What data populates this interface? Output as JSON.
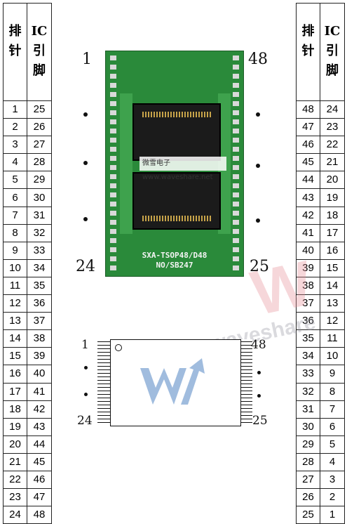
{
  "headers": {
    "pin": "排针",
    "ic": "IC引脚"
  },
  "left_rows": [
    [
      "1",
      "25"
    ],
    [
      "2",
      "26"
    ],
    [
      "3",
      "27"
    ],
    [
      "4",
      "28"
    ],
    [
      "5",
      "29"
    ],
    [
      "6",
      "30"
    ],
    [
      "7",
      "31"
    ],
    [
      "8",
      "32"
    ],
    [
      "9",
      "33"
    ],
    [
      "10",
      "34"
    ],
    [
      "11",
      "35"
    ],
    [
      "12",
      "36"
    ],
    [
      "13",
      "37"
    ],
    [
      "14",
      "38"
    ],
    [
      "15",
      "39"
    ],
    [
      "16",
      "40"
    ],
    [
      "17",
      "41"
    ],
    [
      "18",
      "42"
    ],
    [
      "19",
      "43"
    ],
    [
      "20",
      "44"
    ],
    [
      "21",
      "45"
    ],
    [
      "22",
      "46"
    ],
    [
      "23",
      "47"
    ],
    [
      "24",
      "48"
    ]
  ],
  "right_rows": [
    [
      "48",
      "24"
    ],
    [
      "47",
      "23"
    ],
    [
      "46",
      "22"
    ],
    [
      "45",
      "21"
    ],
    [
      "44",
      "20"
    ],
    [
      "43",
      "19"
    ],
    [
      "42",
      "18"
    ],
    [
      "41",
      "17"
    ],
    [
      "40",
      "16"
    ],
    [
      "39",
      "15"
    ],
    [
      "38",
      "14"
    ],
    [
      "37",
      "13"
    ],
    [
      "36",
      "12"
    ],
    [
      "35",
      "11"
    ],
    [
      "34",
      "10"
    ],
    [
      "33",
      "9"
    ],
    [
      "32",
      "8"
    ],
    [
      "31",
      "7"
    ],
    [
      "30",
      "6"
    ],
    [
      "29",
      "5"
    ],
    [
      "28",
      "4"
    ],
    [
      "27",
      "3"
    ],
    [
      "26",
      "2"
    ],
    [
      "25",
      "1"
    ]
  ],
  "board_labels": {
    "pin1": "1",
    "pin48": "48",
    "pin24": "24",
    "pin25": "25",
    "model": "SXA-TSOP48/D48",
    "serial": "NO/SB247",
    "brand": "微雪电子 www.waveshare.net"
  },
  "chip_labels": {
    "pin1": "1",
    "pin48": "48",
    "pin24": "24",
    "pin25": "25"
  },
  "watermark": {
    "text": "waveshare",
    "logo": "W"
  },
  "colors": {
    "board": "#2a8a3a",
    "pins": "#d9d9d9",
    "logo_blue": "#8fb0d8"
  }
}
